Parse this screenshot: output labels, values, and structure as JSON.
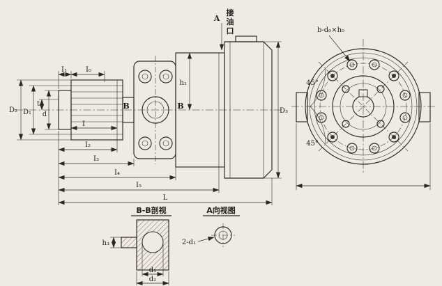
{
  "side_view": {
    "label_A": "A",
    "oil_port": "接油口",
    "B_left": "B",
    "B_right": "B",
    "h1": "h₁",
    "D3": "D₃",
    "D2": "D₂",
    "D1": "D₁",
    "t": "t",
    "d": "d",
    "l1": "I₁",
    "l0": "I₀",
    "l": "I",
    "l2": "I₂",
    "l3": "I₃",
    "l4": "I₄",
    "l5": "I₅",
    "L": "L"
  },
  "end_view": {
    "bolt_note": "b-d₀×h₀",
    "angle_upper": "45°",
    "angle_lower": "45°"
  },
  "detail": {
    "bb_title": "B-B剖视",
    "a_title": "A向视图",
    "holes": "2-d₁",
    "h3": "h₃",
    "d1": "d₁",
    "d2": "d₂"
  }
}
